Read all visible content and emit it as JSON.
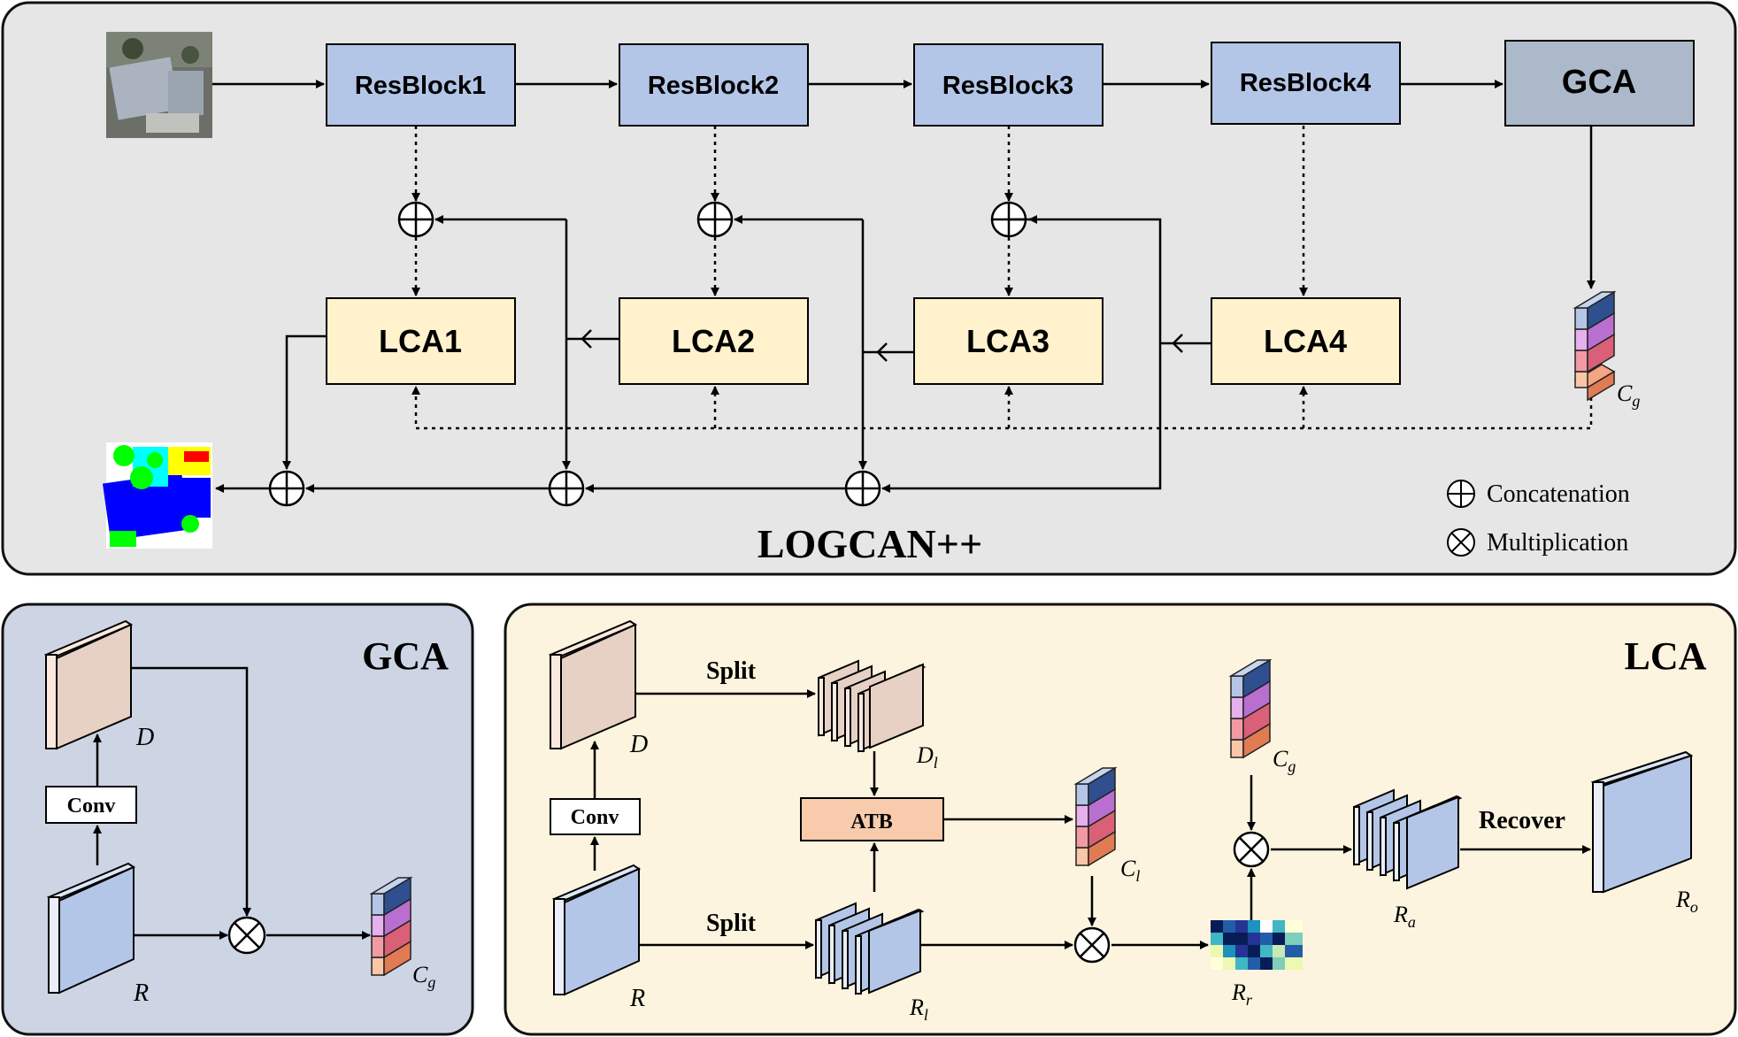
{
  "main": {
    "title": "LOGCAN++",
    "resblocks": [
      "ResBlock1",
      "ResBlock2",
      "ResBlock3",
      "ResBlock4"
    ],
    "gca_label": "GCA",
    "lcas": [
      "LCA1",
      "LCA2",
      "LCA3",
      "LCA4"
    ],
    "cg_label": "C",
    "cg_sub": "g",
    "legend": {
      "concat": "Concatenation",
      "mult": "Multiplication"
    }
  },
  "gca_panel": {
    "title": "GCA",
    "conv": "Conv",
    "d": "D",
    "r": "R",
    "cg": "C",
    "cg_sub": "g"
  },
  "lca_panel": {
    "title": "LCA",
    "conv": "Conv",
    "split_top": "Split",
    "split_bottom": "Split",
    "atb": "ATB",
    "recover": "Recover",
    "d": "D",
    "r": "R",
    "dl": "D",
    "dl_sub": "l",
    "rl": "R",
    "rl_sub": "l",
    "cl": "C",
    "cl_sub": "l",
    "cg": "C",
    "cg_sub": "g",
    "rr": "R",
    "rr_sub": "r",
    "ra": "R",
    "ra_sub": "a",
    "ro": "R",
    "ro_sub": "o"
  },
  "colors": {
    "main_panel_bg": "#e6e6e6",
    "gca_panel_bg": "#cdd5e4",
    "lca_panel_bg": "#fcf4de",
    "resblock_fill": "#b4c6e7",
    "gca_box_fill": "#acb9ca",
    "lca_fill": "#fff2cc",
    "atb_fill": "#f8cbad"
  }
}
